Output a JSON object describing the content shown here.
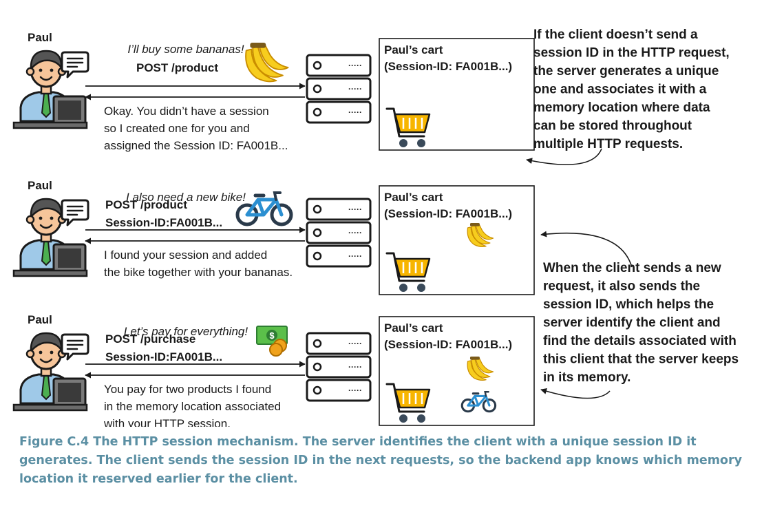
{
  "colors": {
    "ink": "#1a1a1a",
    "caption": "#5b8fa3",
    "cart_yellow": "#f7b500",
    "banana_yellow": "#f7cd1e",
    "bike_blue": "#2b8fd1",
    "cash_green": "#5bbf4a",
    "coin_gold": "#f0a21c",
    "skin": "#f6c59a",
    "shirt": "#9fc9e8",
    "tie": "#4caf50",
    "monitor": "#3a3a3a"
  },
  "icons": [
    "user-at-computer-icon",
    "speech-bubble-icon",
    "server-rack-icon",
    "shopping-cart-icon",
    "banana-icon",
    "bicycle-icon",
    "money-icon"
  ],
  "rows": [
    {
      "user": "Paul",
      "say": "I’ll buy some bananas!",
      "request": [
        "POST /product"
      ],
      "response": [
        "Okay. You didn’t have a session",
        "so I created one for you and",
        "assigned the Session ID: FA001B..."
      ],
      "cart_title": [
        "Paul’s cart",
        "(Session-ID: FA001B...)"
      ],
      "item": "banana-icon",
      "cart_items": []
    },
    {
      "user": "Paul",
      "say": "I also need a new bike!",
      "request": [
        "POST /product",
        "Session-ID:FA001B..."
      ],
      "response": [
        "I found your session and added",
        "the bike together with your bananas."
      ],
      "cart_title": [
        "Paul’s cart",
        "(Session-ID: FA001B...)"
      ],
      "item": "bicycle-icon",
      "cart_items": [
        "banana-icon"
      ]
    },
    {
      "user": "Paul",
      "say": "Let’s pay for everything!",
      "request": [
        "POST /purchase",
        "Session-ID:FA001B..."
      ],
      "response": [
        "You pay for two products I found",
        "in the memory location associated",
        "with your HTTP session."
      ],
      "cart_title": [
        "Paul’s cart",
        "(Session-ID: FA001B...)"
      ],
      "item": "money-icon",
      "cart_items": [
        "banana-icon",
        "bicycle-icon"
      ]
    }
  ],
  "notes": [
    [
      "If the client doesn’t send a",
      "session ID in the HTTP request,",
      "the server generates a unique",
      "one and associates it with a",
      "memory location where data",
      "can be stored throughout",
      "multiple HTTP requests."
    ],
    [
      "When the client sends a new",
      "request, it also sends the",
      "session ID, which helps the",
      "server identify the client and",
      "find the details associated with",
      "this client that the server keeps",
      "in its memory."
    ]
  ],
  "caption": "Figure C.4    The HTTP session mechanism. The server identifies the client with a unique session ID it generates. The client sends the session ID in the next requests, so the backend app knows which memory location it reserved earlier for the client."
}
